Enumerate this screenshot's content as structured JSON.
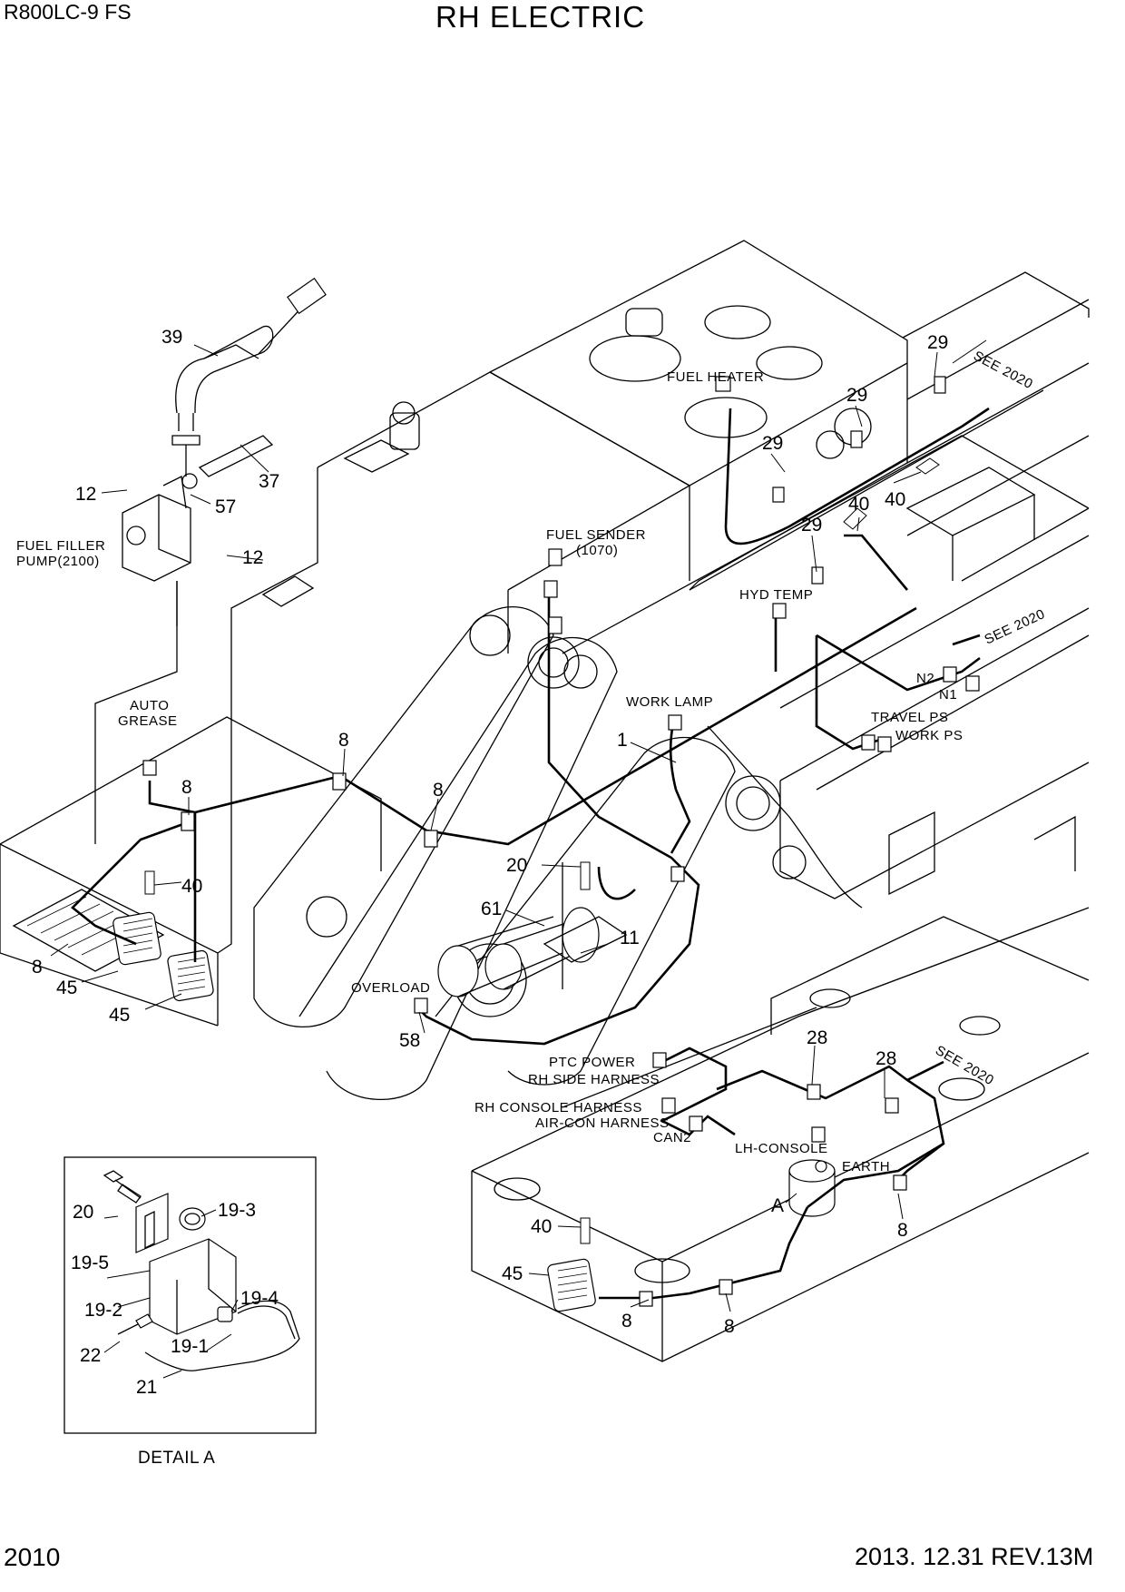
{
  "header": {
    "model": "R800LC-9 FS",
    "title": "RH ELECTRIC"
  },
  "footer": {
    "page_number": "2010",
    "revision": "2013. 12.31  REV.13M"
  },
  "callouts": {
    "n39": "39",
    "n37": "37",
    "n57": "57",
    "n12a": "12",
    "n12b": "12",
    "n29a": "29",
    "n29b": "29",
    "n29c": "29",
    "n29d": "29",
    "n40a": "40",
    "n40b": "40",
    "n40c": "40",
    "n40d": "40",
    "n8a": "8",
    "n8b": "8",
    "n8c": "8",
    "n8d": "8",
    "n8e": "8",
    "n8f": "8",
    "n8g": "8",
    "n1": "1",
    "n20": "20",
    "n61": "61",
    "n11": "11",
    "n58": "58",
    "n45a": "45",
    "n45b": "45",
    "n45c": "45",
    "n28a": "28",
    "n28b": "28",
    "nA": "A"
  },
  "labels": {
    "fuel_filler_line1": "FUEL FILLER",
    "fuel_filler_line2": "PUMP(2100)",
    "fuel_heater": "FUEL HEATER",
    "fuel_sender_line1": "FUEL SENDER",
    "fuel_sender_line2": "(1070)",
    "hyd_temp": "HYD TEMP",
    "see_2020_a": "SEE 2020",
    "see_2020_b": "SEE 2020",
    "see_2020_c": "SEE 2020",
    "n2": "N2",
    "n1": "N1",
    "travel_ps": "TRAVEL PS",
    "work_ps": "WORK PS",
    "work_lamp": "WORK LAMP",
    "auto_grease_line1": "AUTO",
    "auto_grease_line2": "GREASE",
    "overload": "OVERLOAD",
    "ptc_power": "PTC POWER",
    "rh_side_harness": "RH SIDE HARNESS",
    "rh_console_harness": "RH CONSOLE HARNESS",
    "air_con_harness": "AIR-CON HARNESS",
    "can2": "CAN2",
    "lh_console": "LH-CONSOLE",
    "earth": "EARTH"
  },
  "detail": {
    "caption": "DETAIL A",
    "n20": "20",
    "n19_3": "19-3",
    "n19_5": "19-5",
    "n19_2": "19-2",
    "n19_4": "19-4",
    "n19_1": "19-1",
    "n22": "22",
    "n21": "21"
  }
}
